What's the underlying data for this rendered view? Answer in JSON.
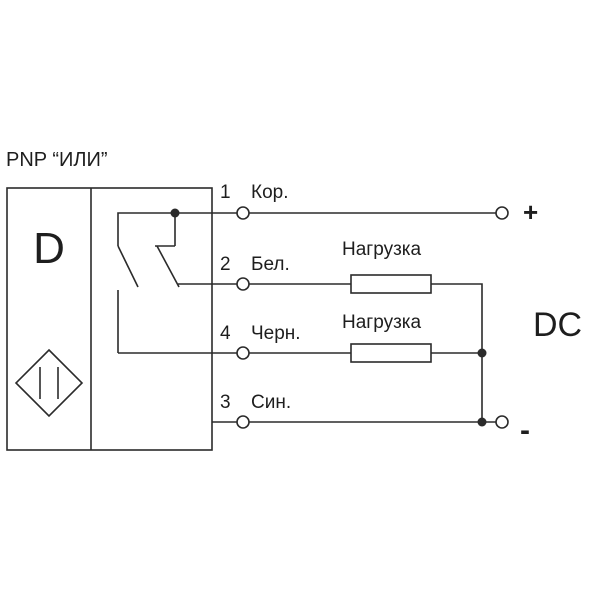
{
  "header": {
    "title": "PNP “ИЛИ”"
  },
  "sensor": {
    "letter": "D"
  },
  "pins": [
    {
      "number": "1",
      "label": "Кор."
    },
    {
      "number": "2",
      "label": "Бел."
    },
    {
      "number": "4",
      "label": "Черн."
    },
    {
      "number": "3",
      "label": "Син."
    }
  ],
  "loads": [
    {
      "label": "Нагрузка"
    },
    {
      "label": "Нагрузка"
    }
  ],
  "supply": {
    "label": "DC",
    "plus": "+",
    "minus": "-"
  },
  "colors": {
    "line": "#2b2b2b",
    "text": "#1e1e1e"
  }
}
